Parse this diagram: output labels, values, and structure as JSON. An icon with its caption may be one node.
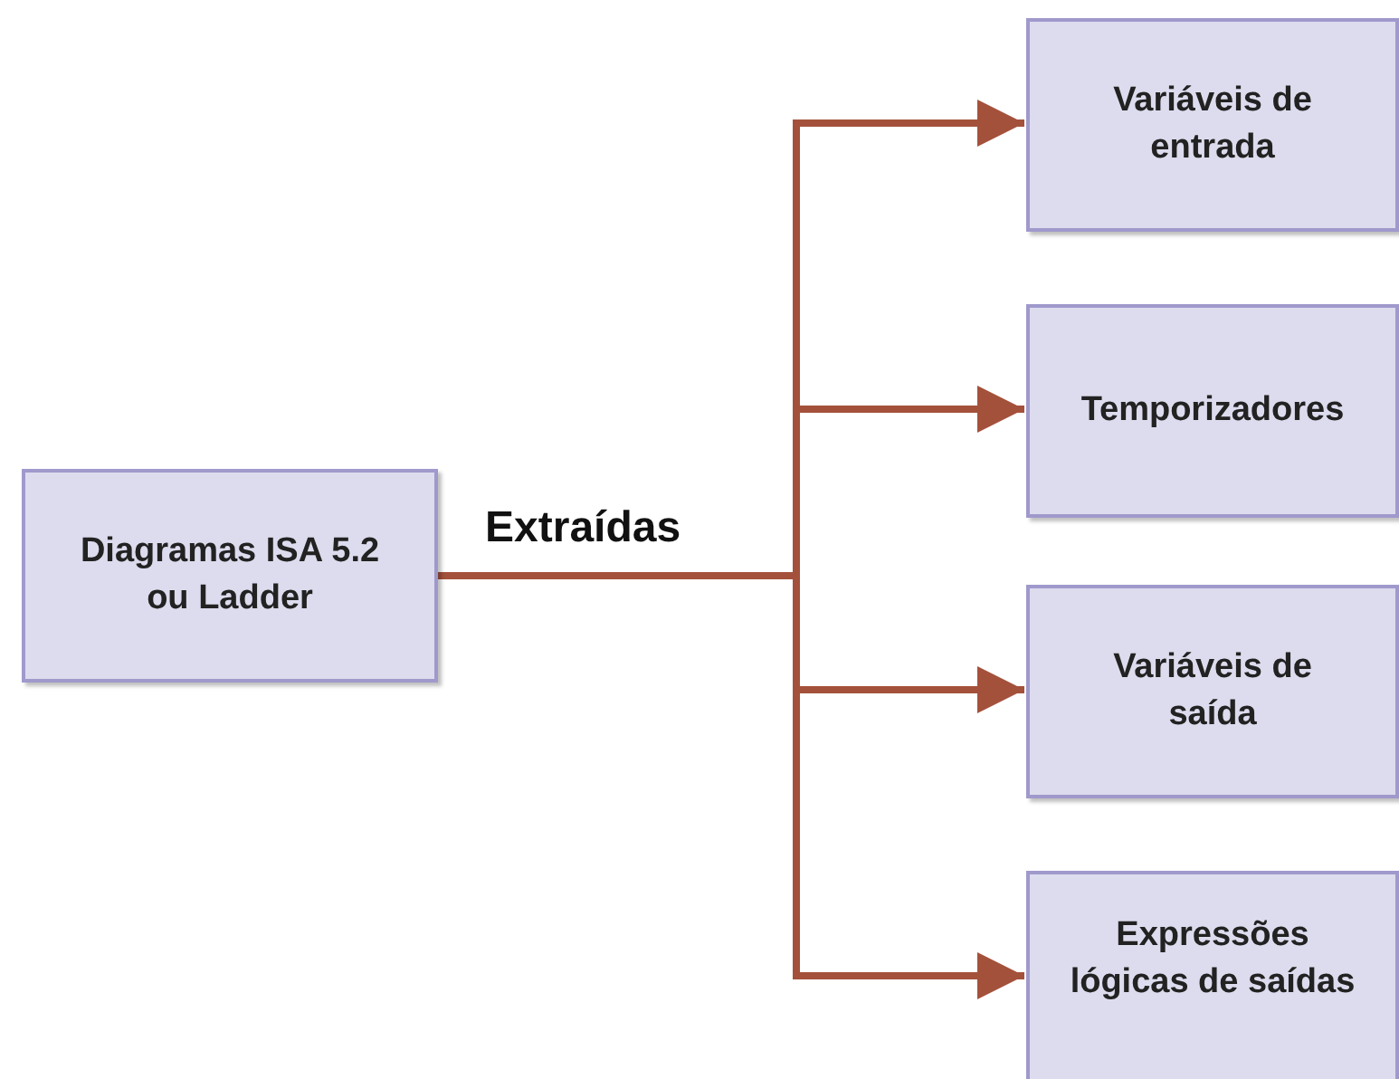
{
  "diagram": {
    "nodes": [
      {
        "text": [
          "Diagramas ISA 5.2 ou Ladder"
        ]
      },
      {
        "text": [
          "Variáveis de entrada"
        ]
      },
      {
        "text": [
          "Temporizadores"
        ]
      },
      {
        "text": [
          "Variáveis de saída"
        ]
      },
      {
        "text": [
          "Expressões lógicas de saídas"
        ]
      }
    ],
    "edges": [
      {
        "from": 0,
        "to": 1,
        "arrow": "to"
      },
      {
        "from": 0,
        "to": 2,
        "arrow": "to"
      },
      {
        "from": 0,
        "to": 3,
        "arrow": "to"
      },
      {
        "from": 0,
        "to": 4,
        "arrow": "to"
      }
    ],
    "labels": [
      "Extraídas"
    ]
  }
}
